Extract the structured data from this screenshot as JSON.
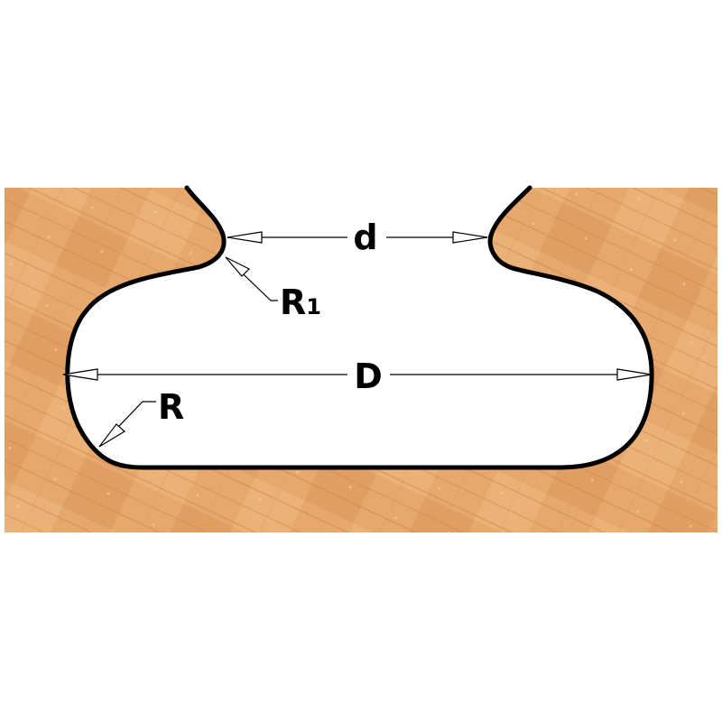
{
  "diagram": {
    "type": "router-bit-profile",
    "labels": {
      "d": "d",
      "R1_main": "R",
      "R1_sub": "1",
      "D": "D",
      "R": "R"
    },
    "colors": {
      "wood_base": "#e3a062",
      "wood_light": "#efbf86",
      "wood_dark": "#c9773a",
      "outline": "#000000",
      "background": "#ffffff"
    }
  }
}
